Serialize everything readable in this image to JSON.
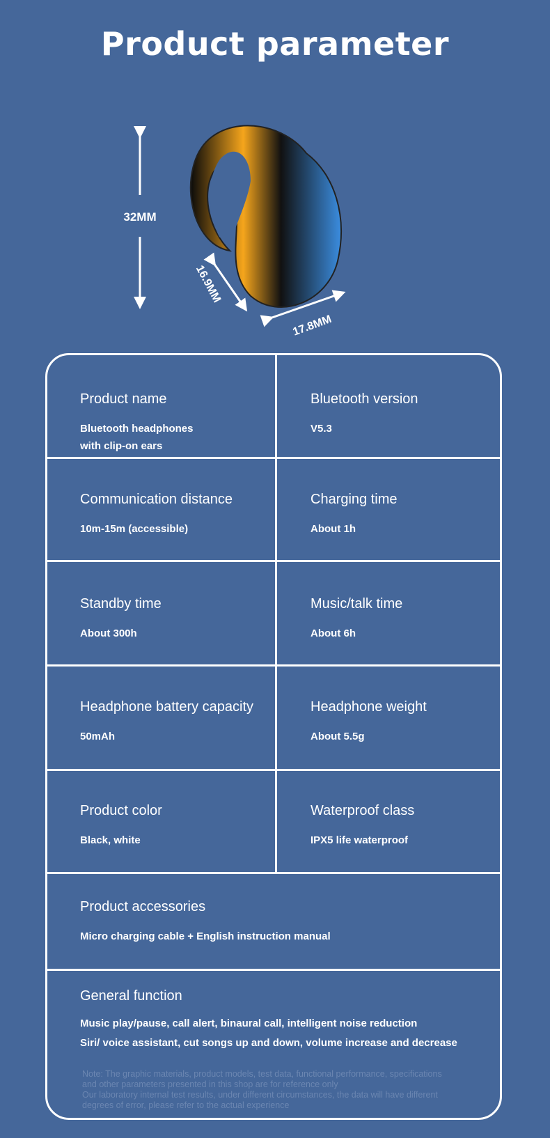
{
  "title": "Product parameter",
  "dimensions": {
    "height": "32MM",
    "depth": "16.9MM",
    "width": "17.8MM"
  },
  "specs": [
    {
      "label": "Product name",
      "value": [
        "Bluetooth headphones",
        "with clip-on ears"
      ]
    },
    {
      "label": "Bluetooth version",
      "value": [
        "V5.3"
      ]
    },
    {
      "label": "Communication distance",
      "value": [
        "10m-15m (accessible)"
      ]
    },
    {
      "label": "Charging time",
      "value": [
        "About 1h"
      ]
    },
    {
      "label": "Standby time",
      "value": [
        "About 300h"
      ]
    },
    {
      "label": "Music/talk time",
      "value": [
        "About 6h"
      ]
    },
    {
      "label": "Headphone battery capacity",
      "value": [
        "50mAh"
      ]
    },
    {
      "label": "Headphone weight",
      "value": [
        "About 5.5g"
      ]
    },
    {
      "label": "Product color",
      "value": [
        "Black, white"
      ]
    },
    {
      "label": "Waterproof class",
      "value": [
        "IPX5 life waterproof"
      ]
    },
    {
      "label": "Product accessories",
      "value": [
        "Micro charging cable + English instruction manual"
      ]
    },
    {
      "label": "General function",
      "value": [
        "Music play/pause, call alert, binaural call, intelligent noise reduction",
        "Siri/ voice assistant, cut songs up and down, volume increase and decrease"
      ]
    }
  ],
  "note": [
    "Note: The graphic materials, product models, test data, functional performance, specifications",
    "and other parameters presented in this shop are for reference only",
    "Our laboratory internal test results, under different circumstances, the data will have different",
    "degrees of error, please refer to the actual experience"
  ]
}
